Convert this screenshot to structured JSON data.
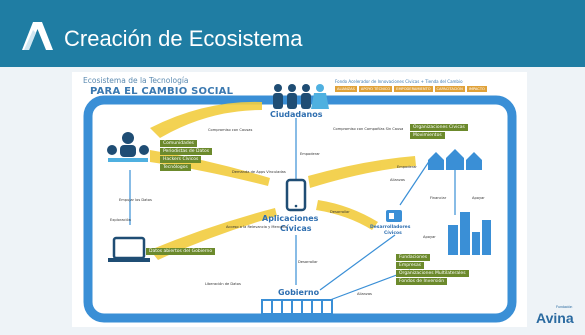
{
  "slide": {
    "title": "Creación de Ecosistema",
    "logo_icon": "triangle-logo-icon",
    "brand_small": "Fundación",
    "brand_name": "Avina"
  },
  "diagram": {
    "header_line1": "Ecosistema de la Tecnología",
    "header_line2": "PARA EL CAMBIO SOCIAL",
    "fund_label": "Fondo Acelerador de Innovaciones Cívicas + Tienda del Cambio",
    "tags": [
      "ALIANZAS",
      "APOYO TÉCNICO",
      "EMPODERAMIENTO",
      "CAPACITACIÓN",
      "IMPACTO"
    ],
    "nodes": {
      "citizens": "Ciudadanos",
      "apps_line1": "Aplicaciones",
      "apps_line2": "Cívicas",
      "government": "Gobierno",
      "developers": "Desarrolladores",
      "developers_sub": "Cívicos"
    },
    "left_groups": [
      "Comunidades",
      "Periodistas de Datos",
      "Hackers Cívicos",
      "Tecnólogos"
    ],
    "open_data": "Datos abiertos del Gobierno",
    "civic_orgs": [
      "Organizaciones Cívicas",
      "Movimientos"
    ],
    "funders": [
      "Fundaciones",
      "Empresas",
      "Organizaciones Multilaterales",
      "Fondos de Inversión"
    ],
    "edge_labels": {
      "compromiso_con": "Compromiso con Causas",
      "compromiso_cc": "Compromiso con Compañías Sin Causa",
      "empoderar": "Empoderar",
      "demanda": "Demanda de Apps Vinculadas",
      "empujar": "Empujar los Datos",
      "exploracion": "Exploración",
      "acceso": "Acceso a la Relevancia y Mercado",
      "desarrollar": "Desarrollar",
      "liberacion": "Liberación de Datos",
      "alianzas": "Alianzas",
      "financiar": "Financiar",
      "apoyar": "Apoyar"
    }
  }
}
